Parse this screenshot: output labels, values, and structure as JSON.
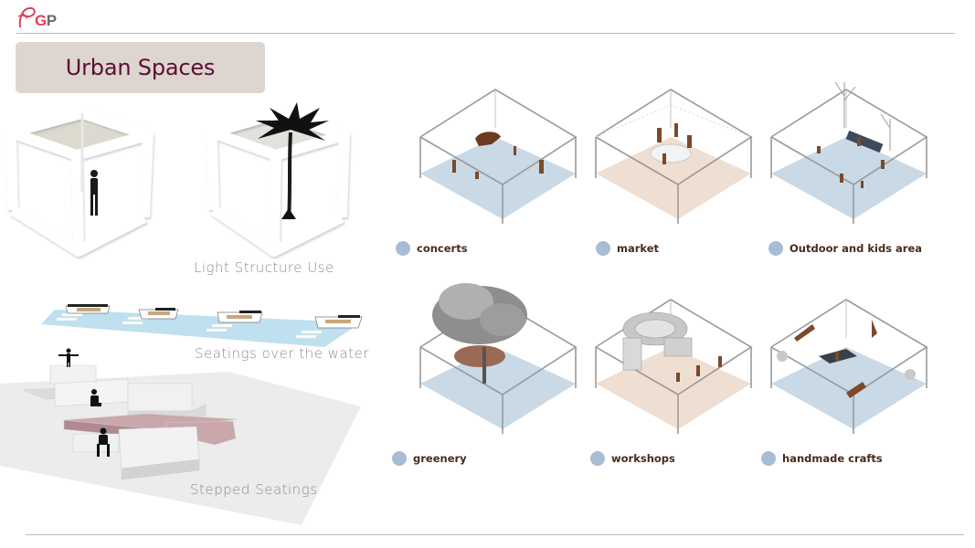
{
  "logo": {
    "text_prefix": "",
    "text_accent": "G",
    "text_suffix": "P"
  },
  "title": "Urban Spaces",
  "captions": {
    "light_structure": "Light Structure Use",
    "seatings_water": "Seatings over the water",
    "stepped": "Stepped Seatings"
  },
  "legend": [
    {
      "label": "concerts",
      "color": "#a9bcd6"
    },
    {
      "label": "market",
      "color": "#a9bcd6"
    },
    {
      "label": "Outdoor and kids area",
      "color": "#a9bcd6"
    },
    {
      "label": "greenery",
      "color": "#a9bcd6"
    },
    {
      "label": "workshops",
      "color": "#a9bcd6"
    },
    {
      "label": "handmade crafts",
      "color": "#a9bcd6"
    }
  ],
  "colors": {
    "title_bg": "#ddd5cf",
    "title_text": "#5a0f33",
    "floor_blue": "#c9d9e6",
    "floor_beige": "#efdfd2",
    "water": "#bfe0ee",
    "figure_brown": "#7a4a2a"
  }
}
